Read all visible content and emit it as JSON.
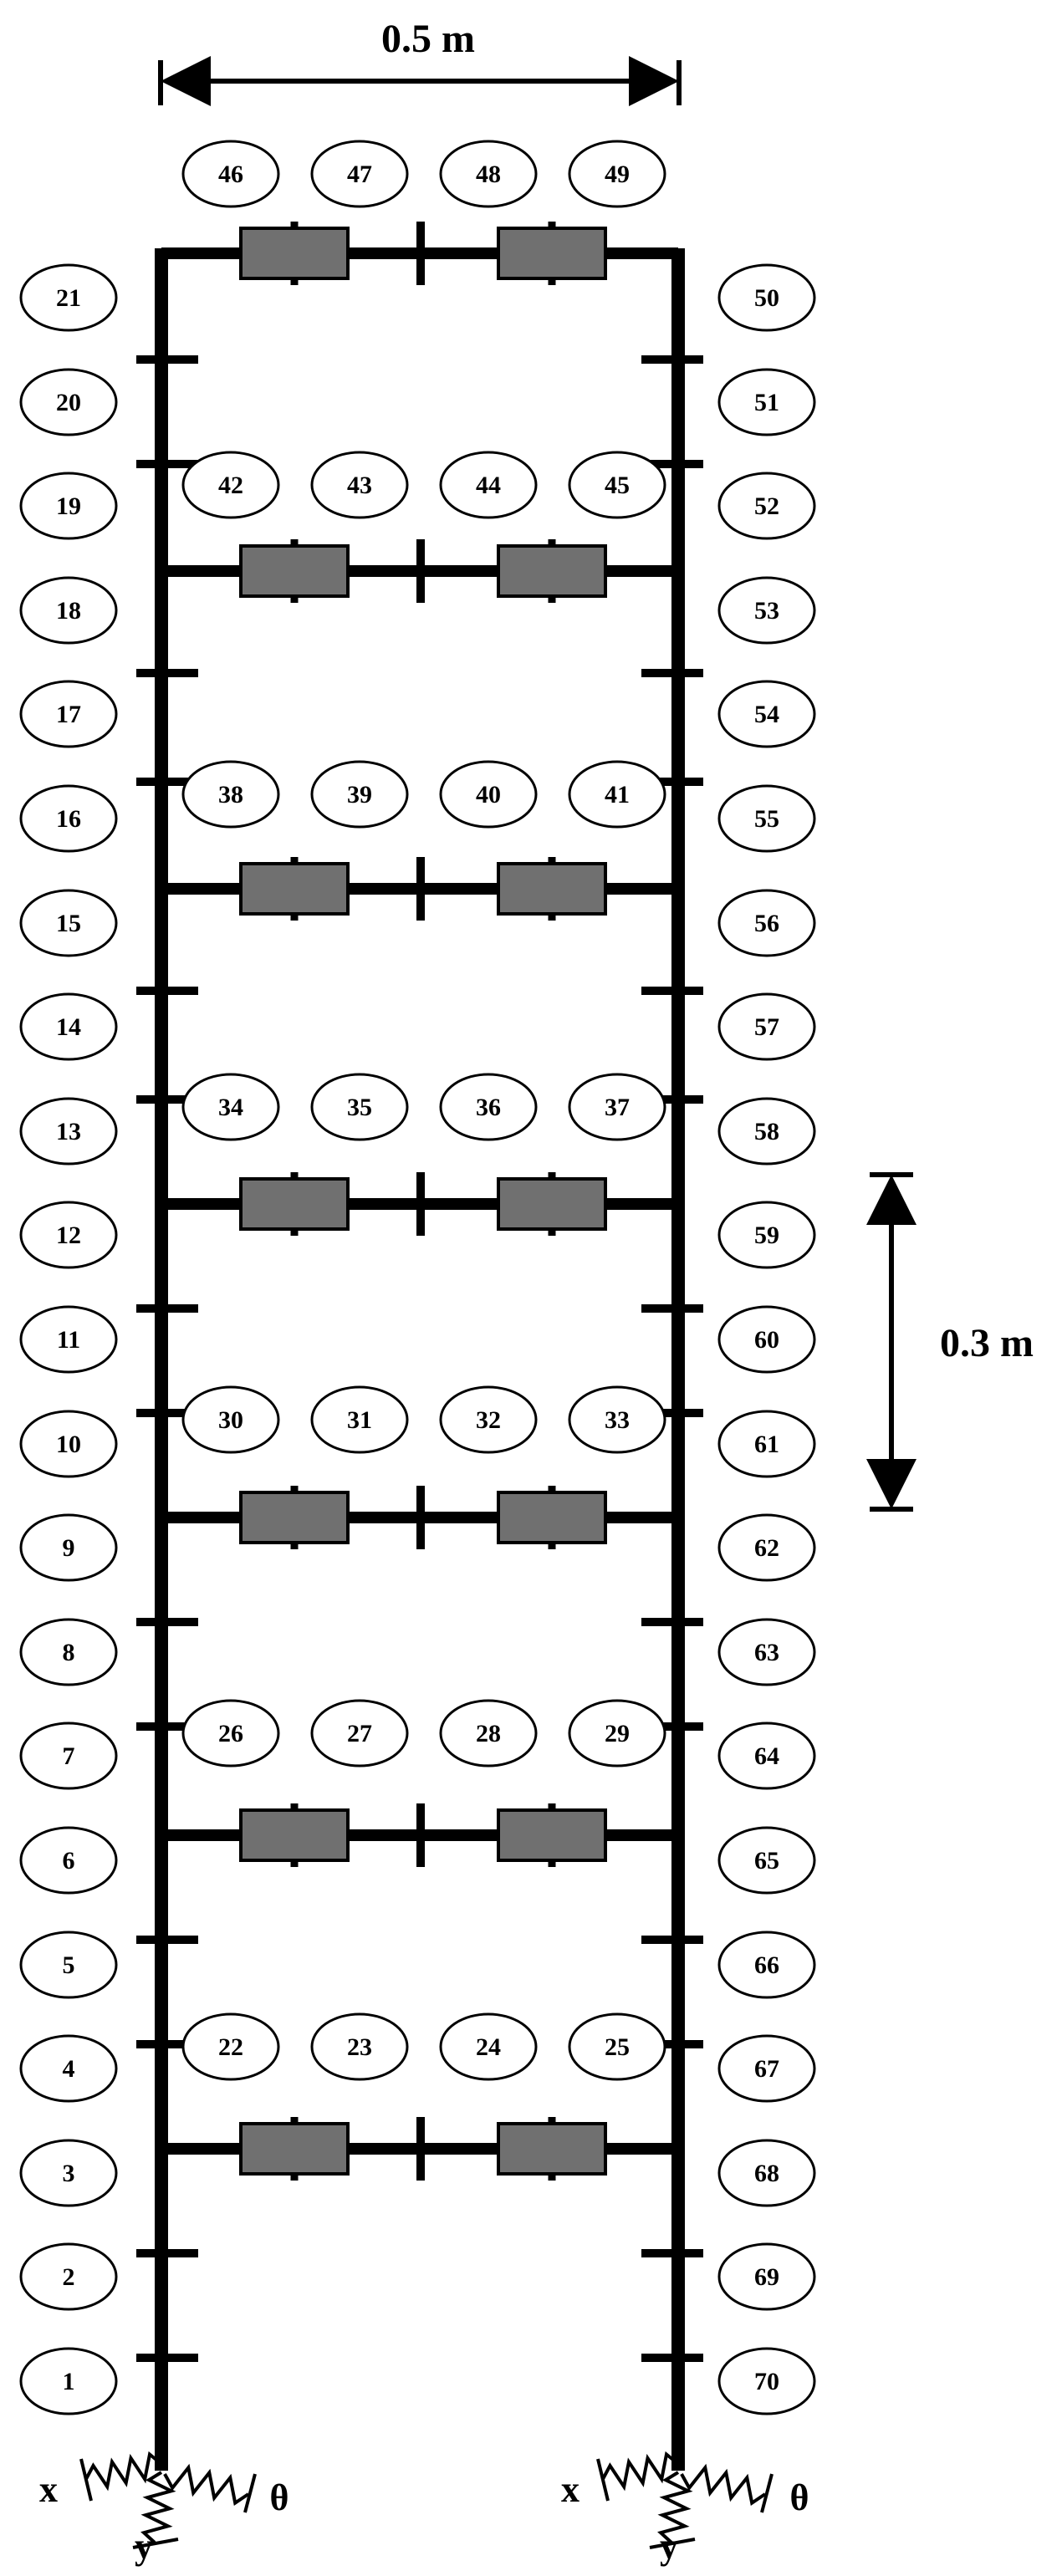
{
  "dimensions": {
    "width_label": "0.5 m",
    "height_label": "0.3 m"
  },
  "support_labels": {
    "x": "x",
    "y": "y",
    "theta": "θ"
  },
  "colors": {
    "frame": "#000000",
    "damper": "#707070",
    "element_outline": "#000000",
    "background": "#ffffff"
  },
  "elements": {
    "left_column": [
      "21",
      "20",
      "19",
      "18",
      "17",
      "16",
      "15",
      "14",
      "13",
      "12",
      "11",
      "10",
      "9",
      "8",
      "7",
      "6",
      "5",
      "4",
      "3",
      "2",
      "1"
    ],
    "right_column": [
      "50",
      "51",
      "52",
      "53",
      "54",
      "55",
      "56",
      "57",
      "58",
      "59",
      "60",
      "61",
      "62",
      "63",
      "64",
      "65",
      "66",
      "67",
      "68",
      "69",
      "70"
    ],
    "beams": [
      [
        "46",
        "47",
        "48",
        "49"
      ],
      [
        "42",
        "43",
        "44",
        "45"
      ],
      [
        "38",
        "39",
        "40",
        "41"
      ],
      [
        "34",
        "35",
        "36",
        "37"
      ],
      [
        "30",
        "31",
        "32",
        "33"
      ],
      [
        "26",
        "27",
        "28",
        "29"
      ],
      [
        "22",
        "23",
        "24",
        "25"
      ]
    ]
  }
}
